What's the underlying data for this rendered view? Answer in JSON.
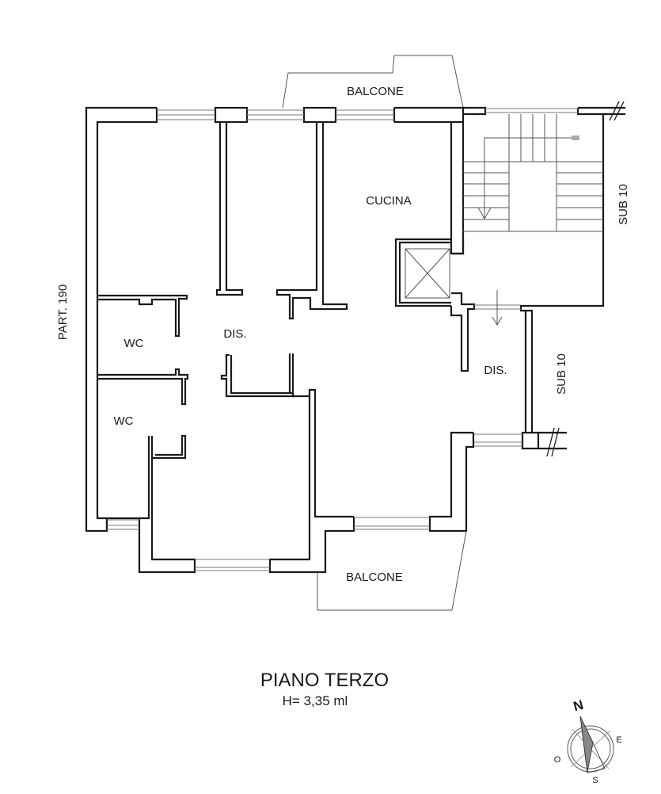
{
  "plan": {
    "title": "PIANO TERZO",
    "subtitle": "H= 3,35 ml",
    "rooms": [
      {
        "id": "balcone-top",
        "label": "BALCONE"
      },
      {
        "id": "cucina",
        "label": "CUCINA"
      },
      {
        "id": "dis-left",
        "label": "DIS."
      },
      {
        "id": "dis-right",
        "label": "DIS."
      },
      {
        "id": "wc-upper",
        "label": "WC"
      },
      {
        "id": "wc-lower",
        "label": "WC"
      },
      {
        "id": "balcone-bottom",
        "label": "BALCONE"
      }
    ],
    "boundary_labels": {
      "left": "PART. 190",
      "right_upper": "SUB 10",
      "right_lower": "SUB 10"
    },
    "compass": {
      "north": "N",
      "east": "E",
      "south": "S",
      "west": "O"
    },
    "colors": {
      "wall": "#1a1a1a",
      "window": "#777777",
      "background": "#ffffff",
      "compass_fill": "#888888"
    }
  }
}
